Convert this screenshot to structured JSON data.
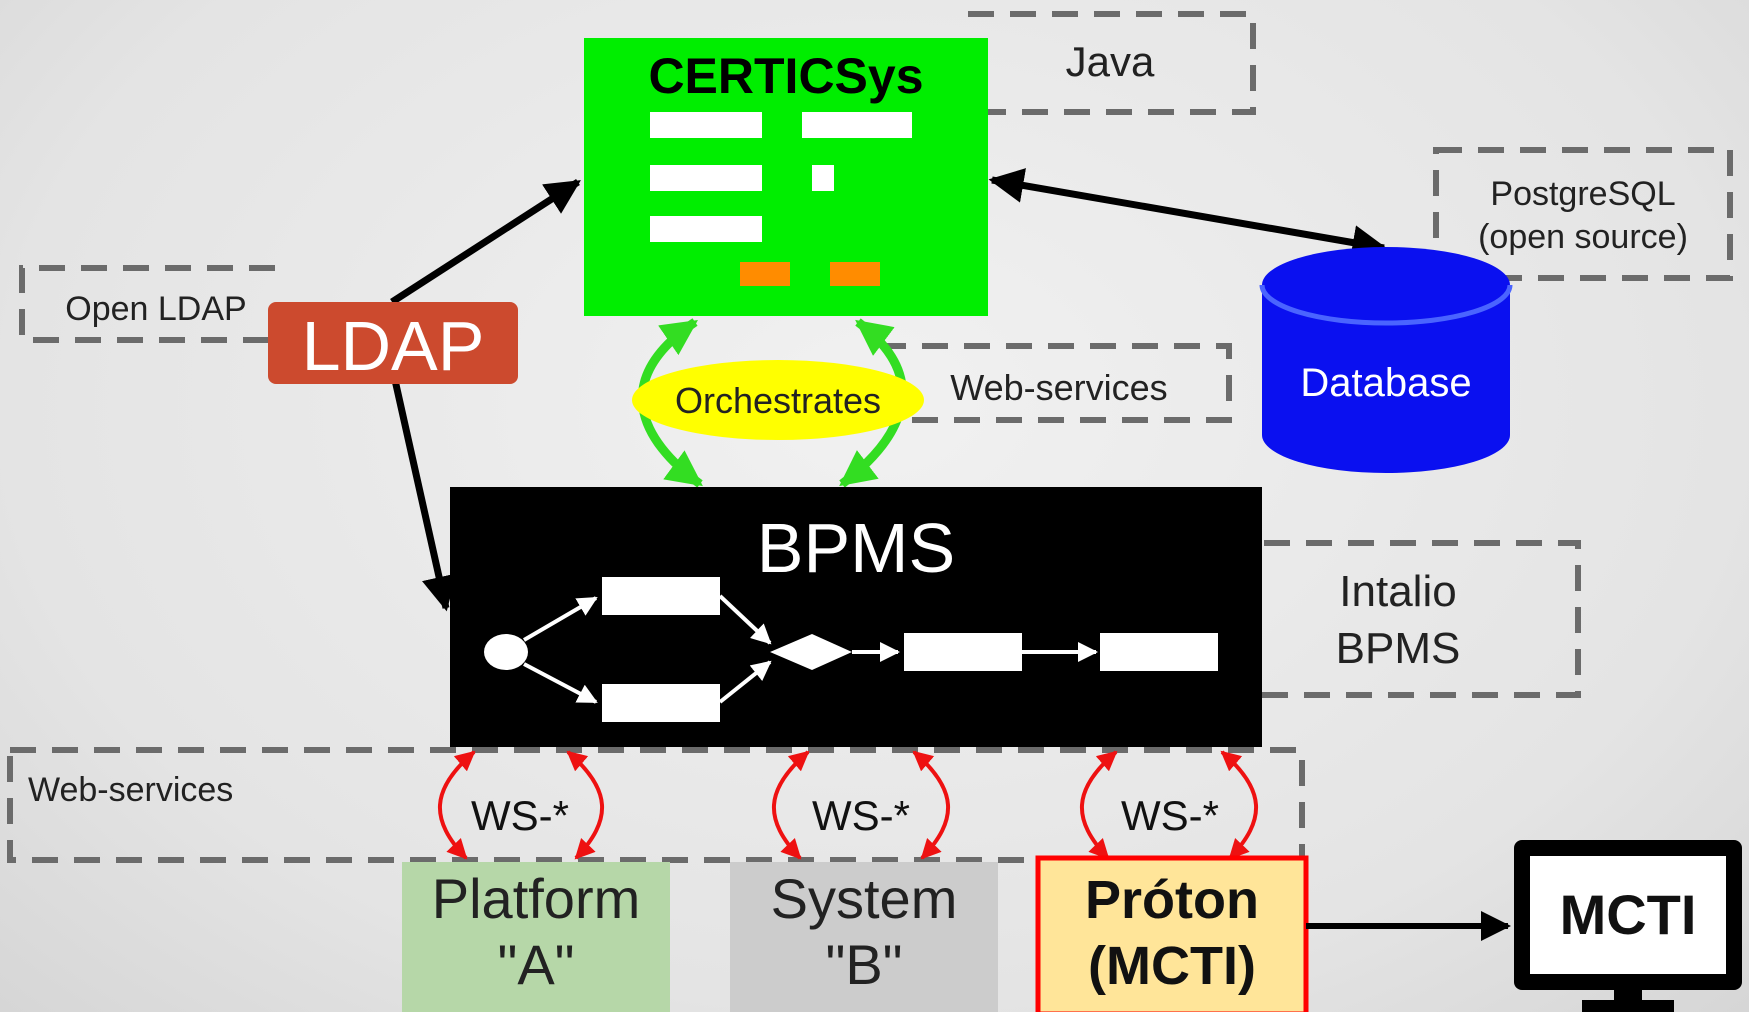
{
  "certicsys": {
    "title": "CERTICSys",
    "tech_label": "Java",
    "color": "#00ee00"
  },
  "database": {
    "label": "Database",
    "tech_line1": "PostgreSQL",
    "tech_line2": "(open source)",
    "color": "#0a10f0"
  },
  "ldap": {
    "label": "LDAP",
    "tech_label": "Open LDAP",
    "color": "#cc4a2e"
  },
  "orchestration": {
    "label": "Orchestrates",
    "tech_label": "Web-services",
    "ellipse_color": "#ffff00",
    "arrow_color": "#33dd22"
  },
  "bpms": {
    "title": "BPMS",
    "tech_line1": "Intalio",
    "tech_line2": "BPMS"
  },
  "web_services_band": {
    "label": "Web-services"
  },
  "ws_labels": [
    "WS-*",
    "WS-*",
    "WS-*"
  ],
  "systems": [
    {
      "line1": "Platform",
      "line2": "\"A\"",
      "color": "#b6d7a8"
    },
    {
      "line1": "System",
      "line2": "\"B\"",
      "color": "#cccccc"
    },
    {
      "line1": "Próton",
      "line2": "(MCTI)",
      "color": "#ffe599",
      "border": "#ff0000"
    }
  ],
  "monitor": {
    "label": "MCTI"
  }
}
